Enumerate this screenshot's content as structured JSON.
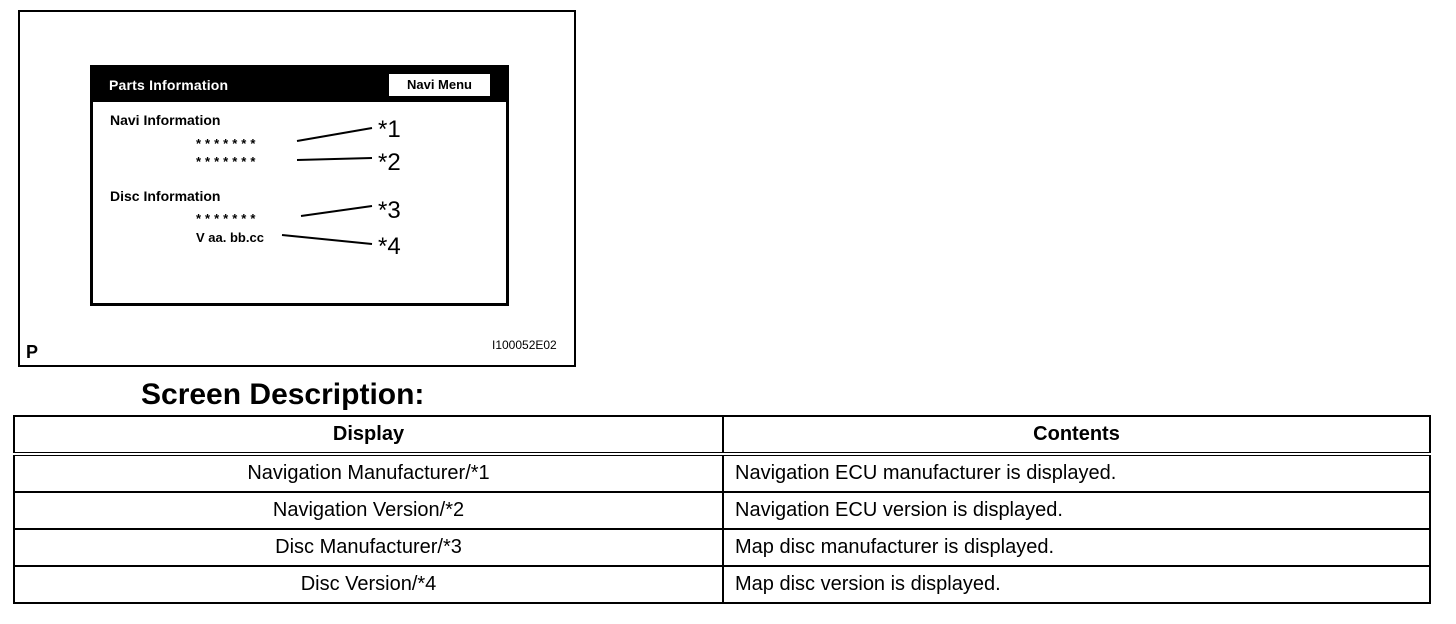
{
  "figure": {
    "screen": {
      "title": "Parts Information",
      "menu_button": "Navi Menu",
      "navi_section": "Navi Information",
      "navi_manufacturer_value": "*******",
      "navi_version_value": "*******",
      "disc_section": "Disc Information",
      "disc_manufacturer_value": "*******",
      "disc_version_value": "V aa. bb.cc"
    },
    "callouts": [
      "*1",
      "*2",
      "*3",
      "*4"
    ],
    "corner_label": "P",
    "figure_id": "I100052E02"
  },
  "section_title": "Screen Description:",
  "table": {
    "headers": [
      "Display",
      "Contents"
    ],
    "rows": [
      {
        "display": "Navigation Manufacturer/*1",
        "contents": "Navigation ECU manufacturer is displayed."
      },
      {
        "display": "Navigation Version/*2",
        "contents": "Navigation ECU version is displayed."
      },
      {
        "display": "Disc Manufacturer/*3",
        "contents": "Map disc manufacturer is displayed."
      },
      {
        "display": "Disc Version/*4",
        "contents": "Map disc version is displayed."
      }
    ]
  }
}
